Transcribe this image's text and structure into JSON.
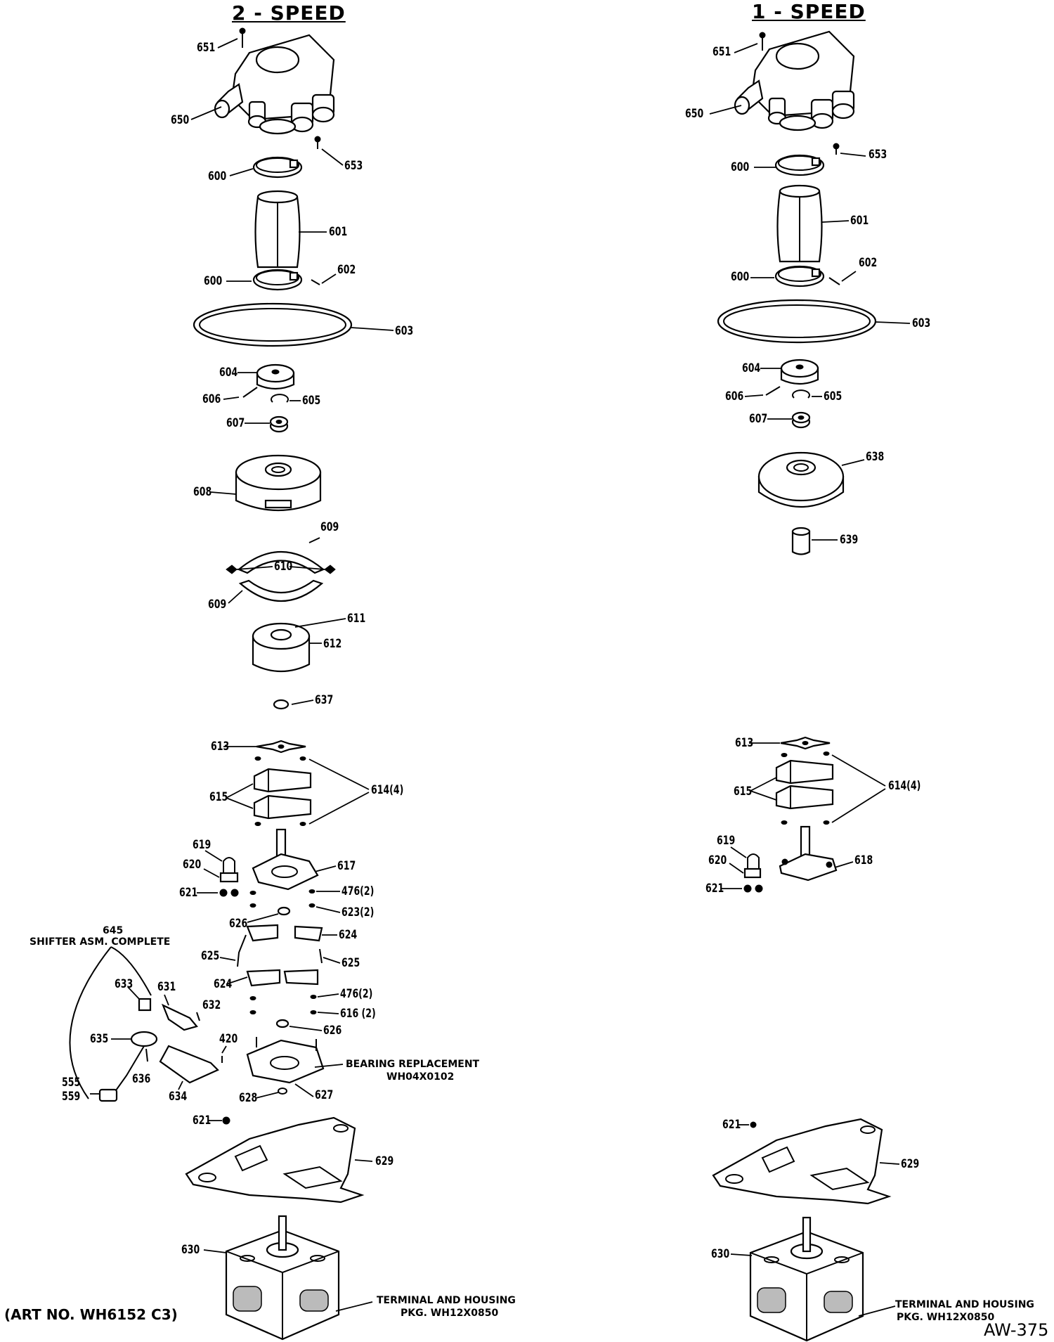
{
  "titles": {
    "left": "2 - SPEED",
    "right": "1 - SPEED"
  },
  "left_labels": {
    "l651": "651",
    "l650": "650",
    "l653": "653",
    "l600a": "600",
    "l601": "601",
    "l600b": "600",
    "l602": "602",
    "l603": "603",
    "l604": "604",
    "l606": "606",
    "l605": "605",
    "l607": "607",
    "l608": "608",
    "l609a": "609",
    "l610": "610",
    "l609b": "609",
    "l611": "611",
    "l612": "612",
    "l637": "637",
    "l613": "613",
    "l615": "615",
    "l614": "614(4)",
    "l619": "619",
    "l620": "620",
    "l621a": "621",
    "l617": "617",
    "l476a": "476(2)",
    "l623": "623(2)",
    "l626a": "626",
    "l624a": "624",
    "l625a": "625",
    "l625b": "625",
    "l624b": "624",
    "l632": "632",
    "l476b": "476(2)",
    "l616": "616 (2)",
    "l626b": "626",
    "l633": "633",
    "l631": "631",
    "l635": "635",
    "l420": "420",
    "l636": "636",
    "l634": "634",
    "l555": "555",
    "l559": "559",
    "l628": "628",
    "l627": "627",
    "l621b": "621",
    "l629": "629",
    "l630": "630"
  },
  "right_labels": {
    "r651": "651",
    "r650": "650",
    "r653": "653",
    "r600a": "600",
    "r601": "601",
    "r600b": "600",
    "r602": "602",
    "r603": "603",
    "r604": "604",
    "r606": "606",
    "r605": "605",
    "r607": "607",
    "r638": "638",
    "r639": "639",
    "r613": "613",
    "r615": "615",
    "r614": "614(4)",
    "r619": "619",
    "r620": "620",
    "r621a": "621",
    "r618": "618",
    "r621b": "621",
    "r629": "629",
    "r630": "630"
  },
  "notes": {
    "shifter_num": "645",
    "shifter_name": "SHIFTER ASM. COMPLETE",
    "bearing_line1": "BEARING REPLACEMENT",
    "bearing_line2": "WH04X0102",
    "terminal_left_line1": "TERMINAL AND HOUSING",
    "terminal_left_line2": "PKG. WH12X0850",
    "terminal_right_line1": "TERMINAL AND HOUSING",
    "terminal_right_line2": "PKG. WH12X0850",
    "art_no": "(ART NO. WH6152 C3)",
    "aw": "AW-375"
  }
}
